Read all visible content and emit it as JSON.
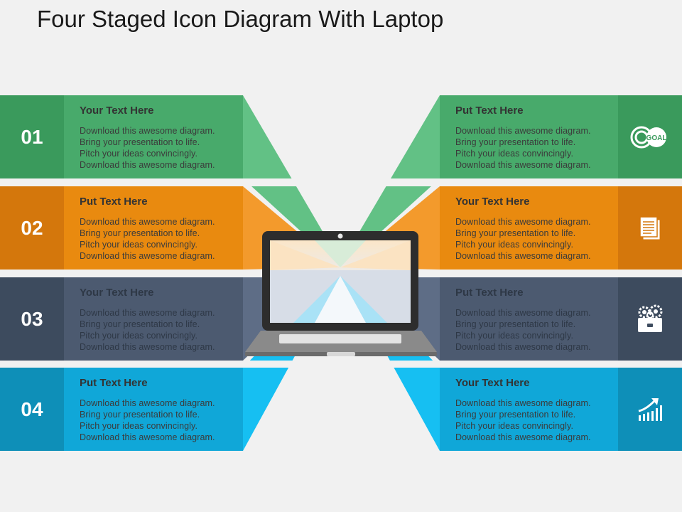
{
  "title": "Four Staged Icon Diagram With Laptop",
  "colors": {
    "green": "#48aa6b",
    "orange": "#e98a0f",
    "slate": "#4c5a70",
    "blue": "#10a7d8"
  },
  "rows": [
    {
      "number": "01",
      "left": {
        "title": "Your Text Here",
        "lines": [
          "Download  this awesome diagram.",
          "Bring your presentation  to life.",
          "Pitch your ideas convincingly.",
          "Download  this awesome diagram."
        ]
      },
      "right": {
        "title": "Put Text Here",
        "lines": [
          "Download  this awesome diagram.",
          "Bring your presentation  to life.",
          "Pitch your ideas convincingly.",
          "Download  this awesome diagram."
        ]
      },
      "icon": "goal-target-icon",
      "icon_text": "GOAL"
    },
    {
      "number": "02",
      "left": {
        "title": "Put Text Here",
        "lines": [
          "Download  this awesome diagram.",
          "Bring your presentation  to life.",
          "Pitch your ideas convincingly.",
          "Download  this awesome diagram."
        ]
      },
      "right": {
        "title": "Your Text Here",
        "lines": [
          "Download  this awesome diagram.",
          "Bring your presentation  to life.",
          "Pitch your ideas convincingly.",
          "Download  this awesome diagram."
        ]
      },
      "icon": "documents-icon"
    },
    {
      "number": "03",
      "left": {
        "title": "Your Text Here",
        "lines": [
          "Download  this awesome diagram.",
          "Bring your presentation  to life.",
          "Pitch your ideas convincingly.",
          "Download  this awesome diagram."
        ]
      },
      "right": {
        "title": "Put Text Here",
        "lines": [
          "Download  this awesome diagram.",
          "Bring your presentation  to life.",
          "Pitch your ideas convincingly.",
          "Download  this awesome diagram."
        ]
      },
      "icon": "gears-box-icon"
    },
    {
      "number": "04",
      "left": {
        "title": "Put Text Here",
        "lines": [
          "Download  this awesome diagram.",
          "Bring your presentation  to life.",
          "Pitch your ideas convincingly.",
          "Download  this awesome diagram."
        ]
      },
      "right": {
        "title": "Your Text Here",
        "lines": [
          "Download  this awesome diagram.",
          "Bring your presentation  to life.",
          "Pitch your ideas convincingly.",
          "Download  this awesome diagram."
        ]
      },
      "icon": "growth-chart-icon"
    }
  ]
}
